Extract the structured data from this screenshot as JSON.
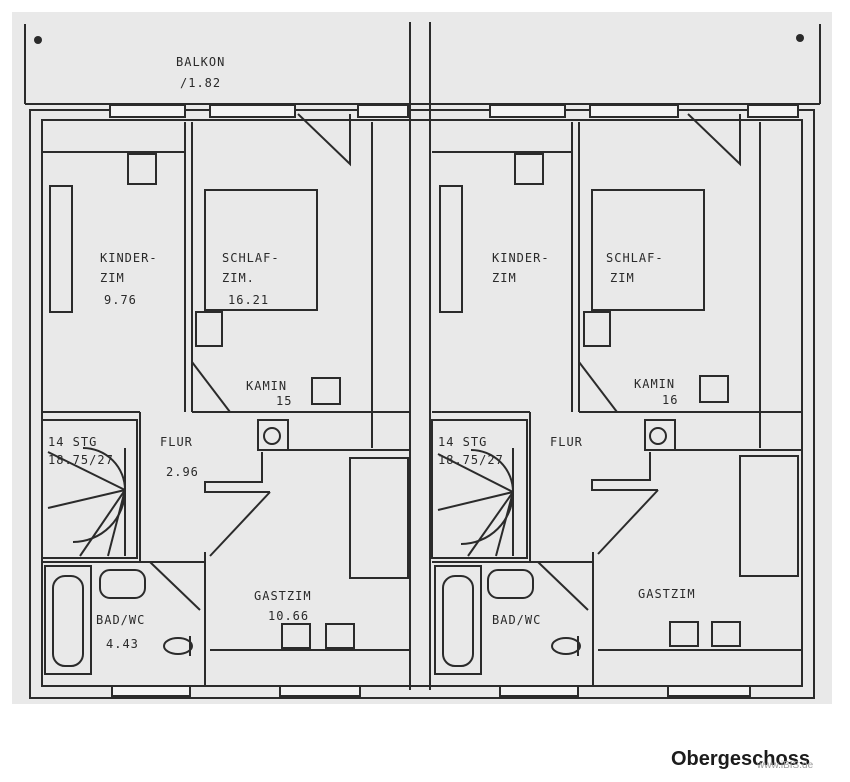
{
  "caption": "Obergeschoss",
  "watermark": "www.iBIS.de",
  "left_unit": {
    "balkon": "BALKON",
    "balkon_area": "/1.82",
    "kinder_1": "KINDER-",
    "kinder_2": "ZIM",
    "kinder_area": "9.76",
    "schlaf_1": "SCHLAF-",
    "schlaf_2": "ZIM.",
    "schlaf_area": "16.21",
    "kamin": "KAMIN",
    "kamin_num": "15",
    "stair_1": "14 STG",
    "stair_2": "18.75/27",
    "flur": "FLUR",
    "flur_area": "2.96",
    "gast": "GASTZIM",
    "gast_area": "10.66",
    "bad": "BAD/WC",
    "bad_area": "4.43"
  },
  "right_unit": {
    "kinder_1": "KINDER-",
    "kinder_2": "ZIM",
    "schlaf_1": "SCHLAF-",
    "schlaf_2": "ZIM",
    "kamin": "KAMIN",
    "kamin_num": "16",
    "stair_1": "14 STG",
    "stair_2": "18.75/27",
    "flur": "FLUR",
    "gast": "GASTZIM",
    "bad": "BAD/WC"
  },
  "colors": {
    "paper": "#e9e9e9",
    "line": "#2b2b2b",
    "wall_fill": "#f4f4f4"
  }
}
